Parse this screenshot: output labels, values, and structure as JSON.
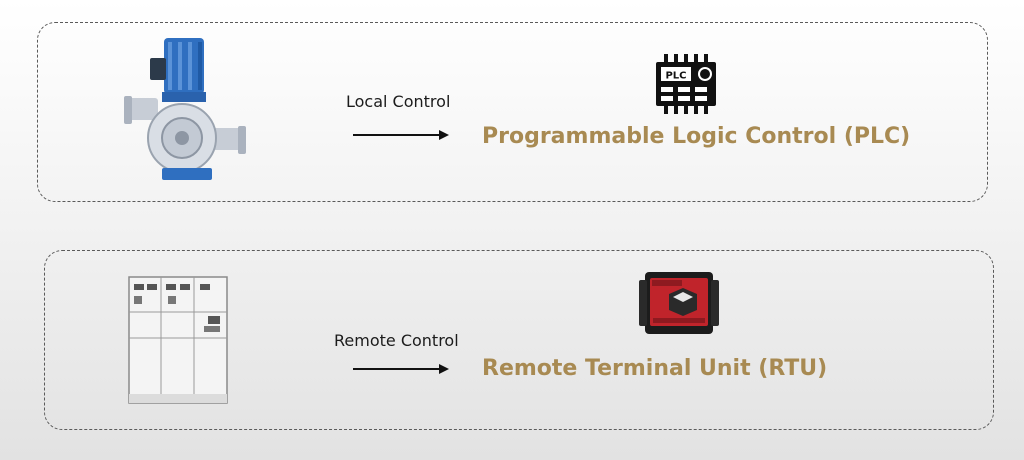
{
  "rows": [
    {
      "device_icon": "metering-pump-icon",
      "link_label": "Local Control",
      "controller_icon": "plc-chip-icon",
      "controller_badge": "PLC",
      "controller_name": "Programmable Logic Control (PLC)"
    },
    {
      "device_icon": "switchgear-cabinet-icon",
      "link_label": "Remote Control",
      "controller_icon": "rtu-device-icon",
      "controller_name": "Remote Terminal Unit (RTU)"
    }
  ],
  "colors": {
    "accent_text": "#a88a52",
    "border": "#5a5a5a",
    "pump_blue": "#2f6fc0",
    "rtu_red": "#c0242b"
  }
}
